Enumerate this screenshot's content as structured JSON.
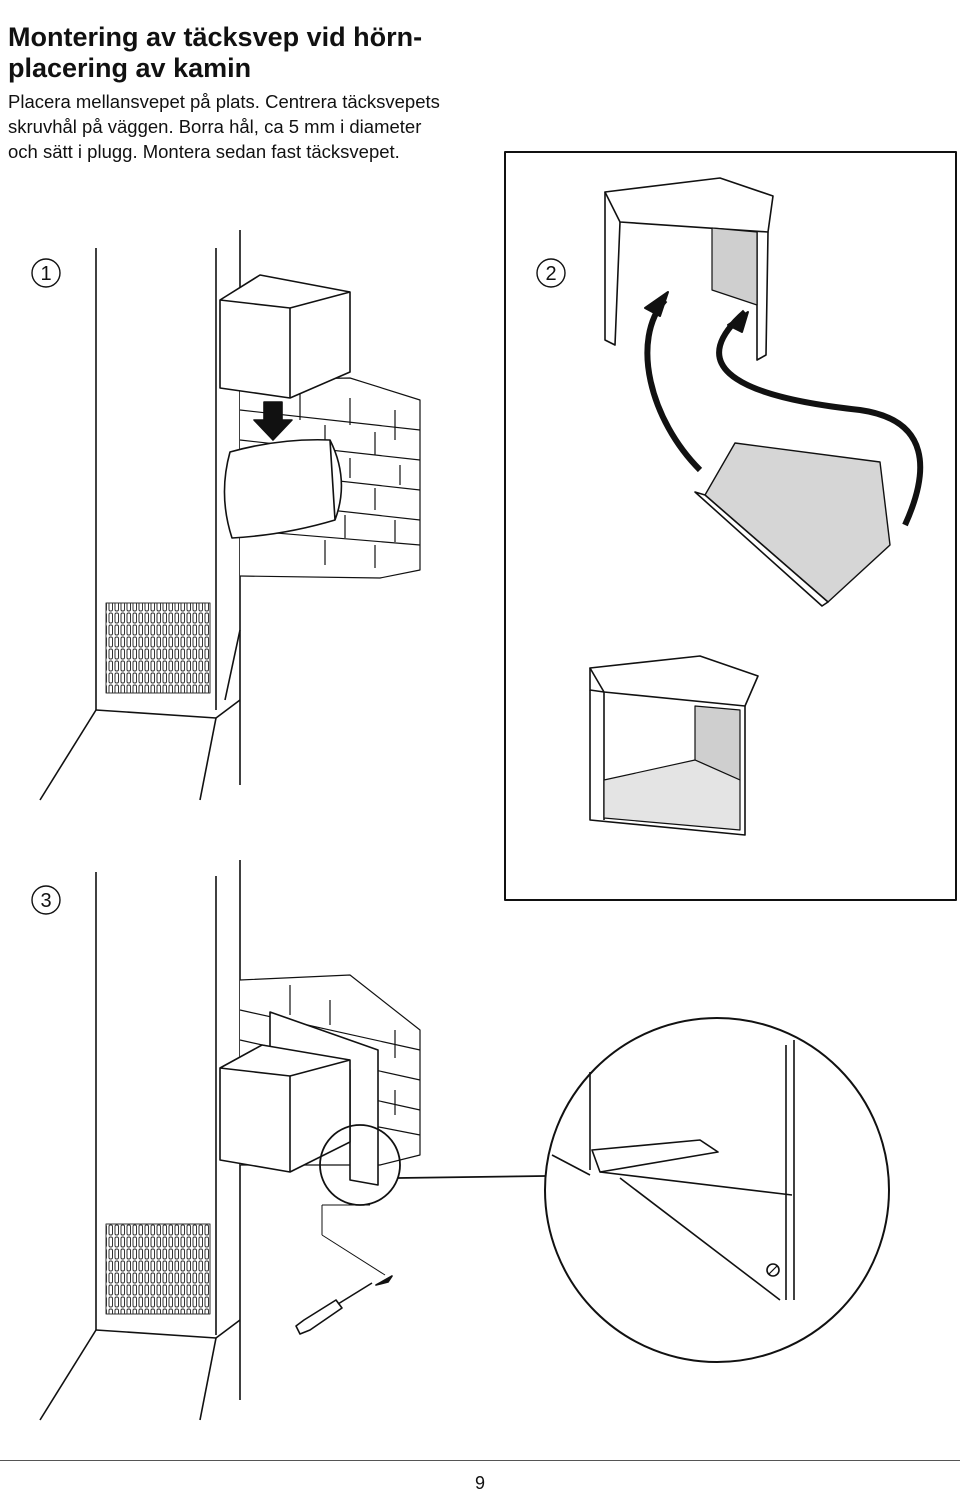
{
  "heading": "Montering av täcksvep vid hörn-\nplacering av kamin",
  "instructions": [
    "Placera mellansvepet på plats. Centrera täcksvepets",
    "skruvhål på väggen. Borra hål, ca 5 mm i diameter",
    "och sätt i plugg. Montera sedan fast täcksvepet."
  ],
  "steps": [
    "1",
    "2",
    "3"
  ],
  "page_number": "9"
}
